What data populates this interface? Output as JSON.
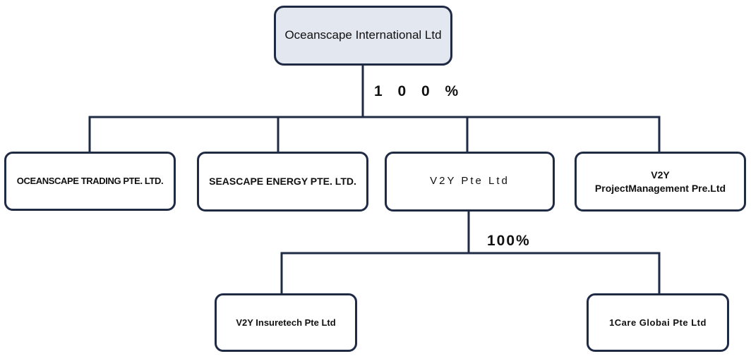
{
  "diagram": {
    "root": {
      "label": "Oceanscape International Ltd"
    },
    "root_ownership": "1 0 0 %",
    "subsidiaries": [
      {
        "label": "OCEANSCAPE TRADING PTE. LTD."
      },
      {
        "label": "SEASCAPE ENERGY PTE. LTD."
      },
      {
        "label": "V2Y Pte Ltd"
      },
      {
        "label": "V2Y\nProjectManagement Pre.Ltd"
      }
    ],
    "v2y_ownership": "100%",
    "v2y_subsidiaries": [
      {
        "label": "V2Y Insuretech Pte Ltd"
      },
      {
        "label": "1Care Globai Pte Ltd"
      }
    ],
    "colors": {
      "border": "#1f2a44",
      "root_fill": "#e3e7ef",
      "box_fill": "#ffffff"
    }
  }
}
